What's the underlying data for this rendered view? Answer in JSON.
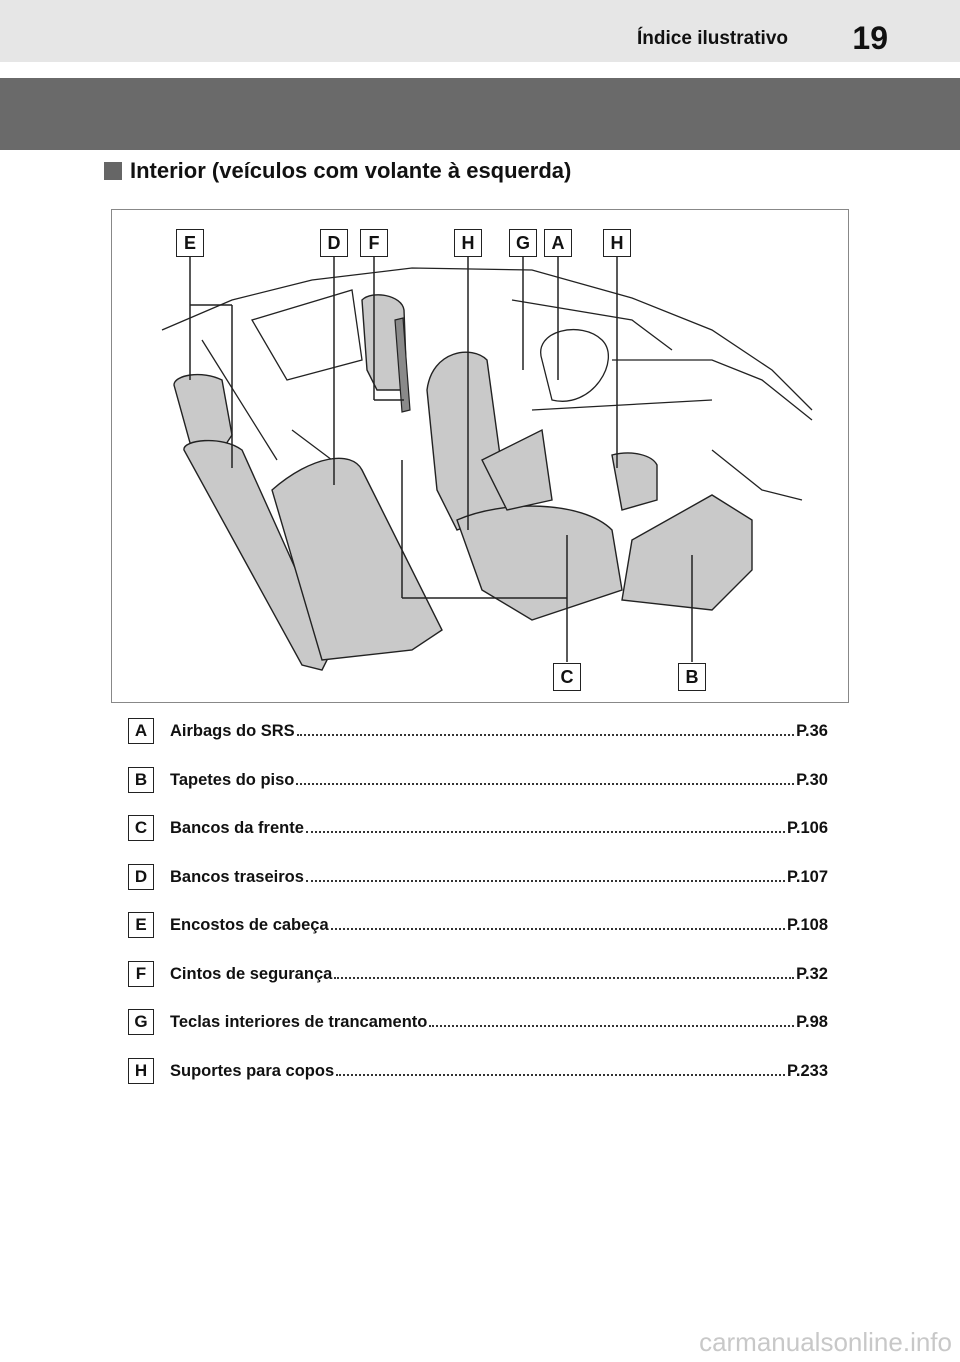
{
  "header": {
    "title": "Índice ilustrativo",
    "page_number": "19"
  },
  "section": {
    "title": "Interior (veículos com volante à esquerda)"
  },
  "callouts": {
    "top": [
      "E",
      "D",
      "F",
      "H",
      "G",
      "A",
      "H"
    ],
    "bottom": [
      "C",
      "B"
    ]
  },
  "legend": [
    {
      "letter": "A",
      "label": "Airbags do SRS",
      "page": "P.36"
    },
    {
      "letter": "B",
      "label": "Tapetes do piso",
      "page": "P.30"
    },
    {
      "letter": "C",
      "label": "Bancos da frente",
      "page": "P.106"
    },
    {
      "letter": "D",
      "label": "Bancos traseiros",
      "page": "P.107"
    },
    {
      "letter": "E",
      "label": "Encostos de cabeça",
      "page": "P.108"
    },
    {
      "letter": "F",
      "label": "Cintos de segurança",
      "page": "P.32"
    },
    {
      "letter": "G",
      "label": "Teclas interiores de trancamento",
      "page": "P.98"
    },
    {
      "letter": "H",
      "label": "Suportes para copos",
      "page": "P.233"
    }
  ],
  "watermark": "carmanualsonline.info"
}
